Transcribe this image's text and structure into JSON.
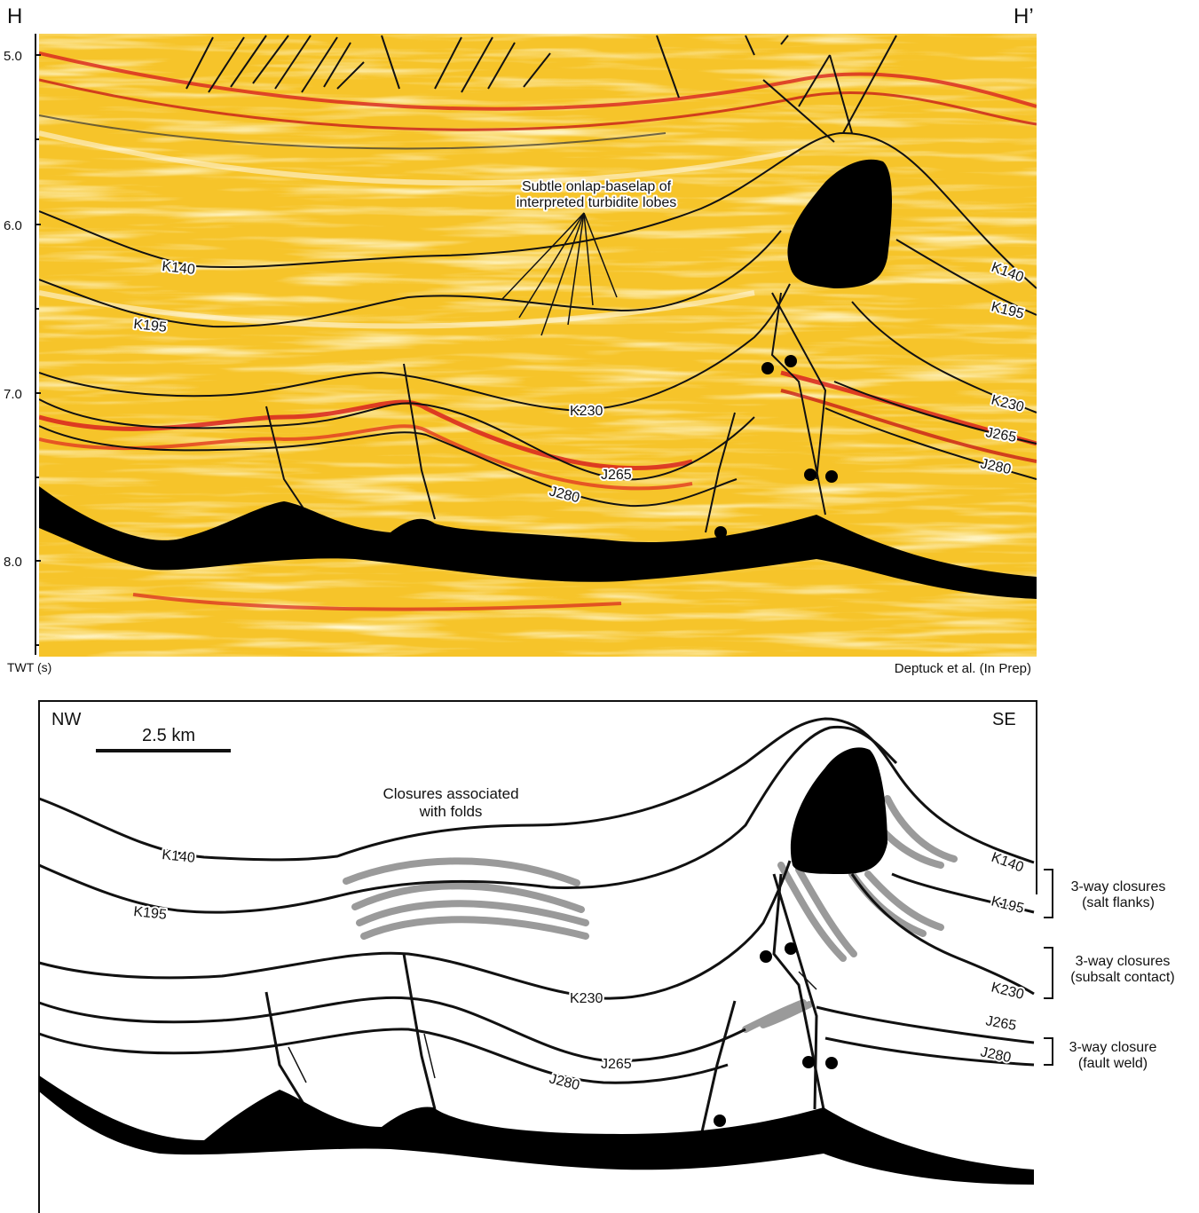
{
  "seismic": {
    "left_label": "H",
    "right_label": "H’",
    "axis_title": "TWT (s)",
    "ticks": [
      "5.0",
      "6.0",
      "7.0",
      "8.0"
    ],
    "annotation_line1": "Subtle onlap-baselap of",
    "annotation_line2": "interpreted turbidite lobes",
    "credit": "Deptuck et al. (In Prep)",
    "horizons": {
      "k140_left": "K140",
      "k195_left": "K195",
      "k230": "K230",
      "j265": "J265",
      "j280": "J280",
      "k140_right": "K140",
      "k195_right": "K195",
      "k230_right": "K230",
      "j265_right": "J265",
      "j280_right": "J280"
    },
    "colors": {
      "salt": "#000000",
      "strong_reflector": "#d8231f",
      "background": "#f6c42a",
      "pale": "#fff4c2"
    }
  },
  "section": {
    "left_label": "NW",
    "right_label": "SE",
    "scale_label": "2.5 km",
    "note_line1": "Closures associated",
    "note_line2": "with folds",
    "horizons": {
      "k140_left": "K140",
      "k195_left": "K195",
      "k230": "K230",
      "j265": "J265",
      "j280": "J280",
      "k140_right": "K140",
      "k195_right": "K195",
      "k230_right": "K230",
      "j265_right": "J265",
      "j280_right": "J280"
    },
    "closures": [
      {
        "line1": "3-way closures",
        "line2": "(salt flanks)"
      },
      {
        "line1": "3-way closures",
        "line2": "(subsalt contact)"
      },
      {
        "line1": "3-way closure",
        "line2": "(fault weld)"
      }
    ],
    "colors": {
      "closure_fill": "#9a9a9a",
      "salt": "#000000"
    }
  }
}
